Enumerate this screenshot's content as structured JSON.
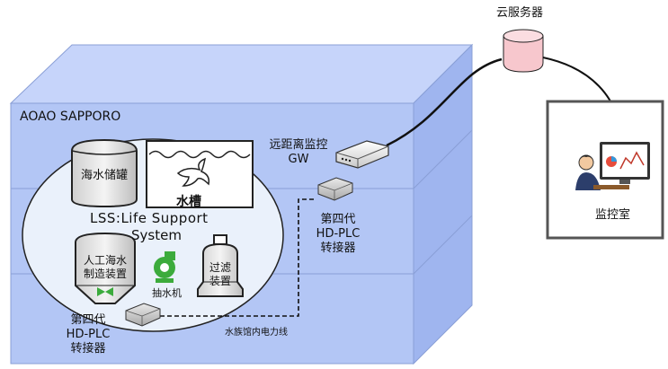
{
  "building": {
    "name": "AOAO SAPPORO"
  },
  "cloud": {
    "label": "云服务器"
  },
  "gateway": {
    "label_line1": "远距离监控",
    "label_line2": "GW"
  },
  "monitor_room": {
    "label": "监控室"
  },
  "lss": {
    "title_line1": "LSS:Life Support",
    "title_line2": "System"
  },
  "storage_tank": {
    "label": "海水储罐"
  },
  "aquarium_tank": {
    "label": "水槽"
  },
  "seawater_maker": {
    "label_line1": "人工海水",
    "label_line2": "制造装置"
  },
  "pump": {
    "label": "抽水机"
  },
  "filter": {
    "label_line1": "过滤",
    "label_line2": "装置"
  },
  "plc_upper": {
    "line1": "第四代",
    "line2": "HD-PLC",
    "line3": "转接器"
  },
  "plc_lower": {
    "line1": "第四代",
    "line2": "HD-PLC",
    "line3": "转接器"
  },
  "powerline": {
    "label": "水族馆内电力线"
  },
  "colors": {
    "building_front": "#b3c6f5",
    "building_top": "#c6d4fa",
    "building_side": "#9fb5ef",
    "lss_ellipse": "#eaf1fb",
    "cloud_db": "#f7c7cd",
    "pump_green": "#3cab3c"
  }
}
